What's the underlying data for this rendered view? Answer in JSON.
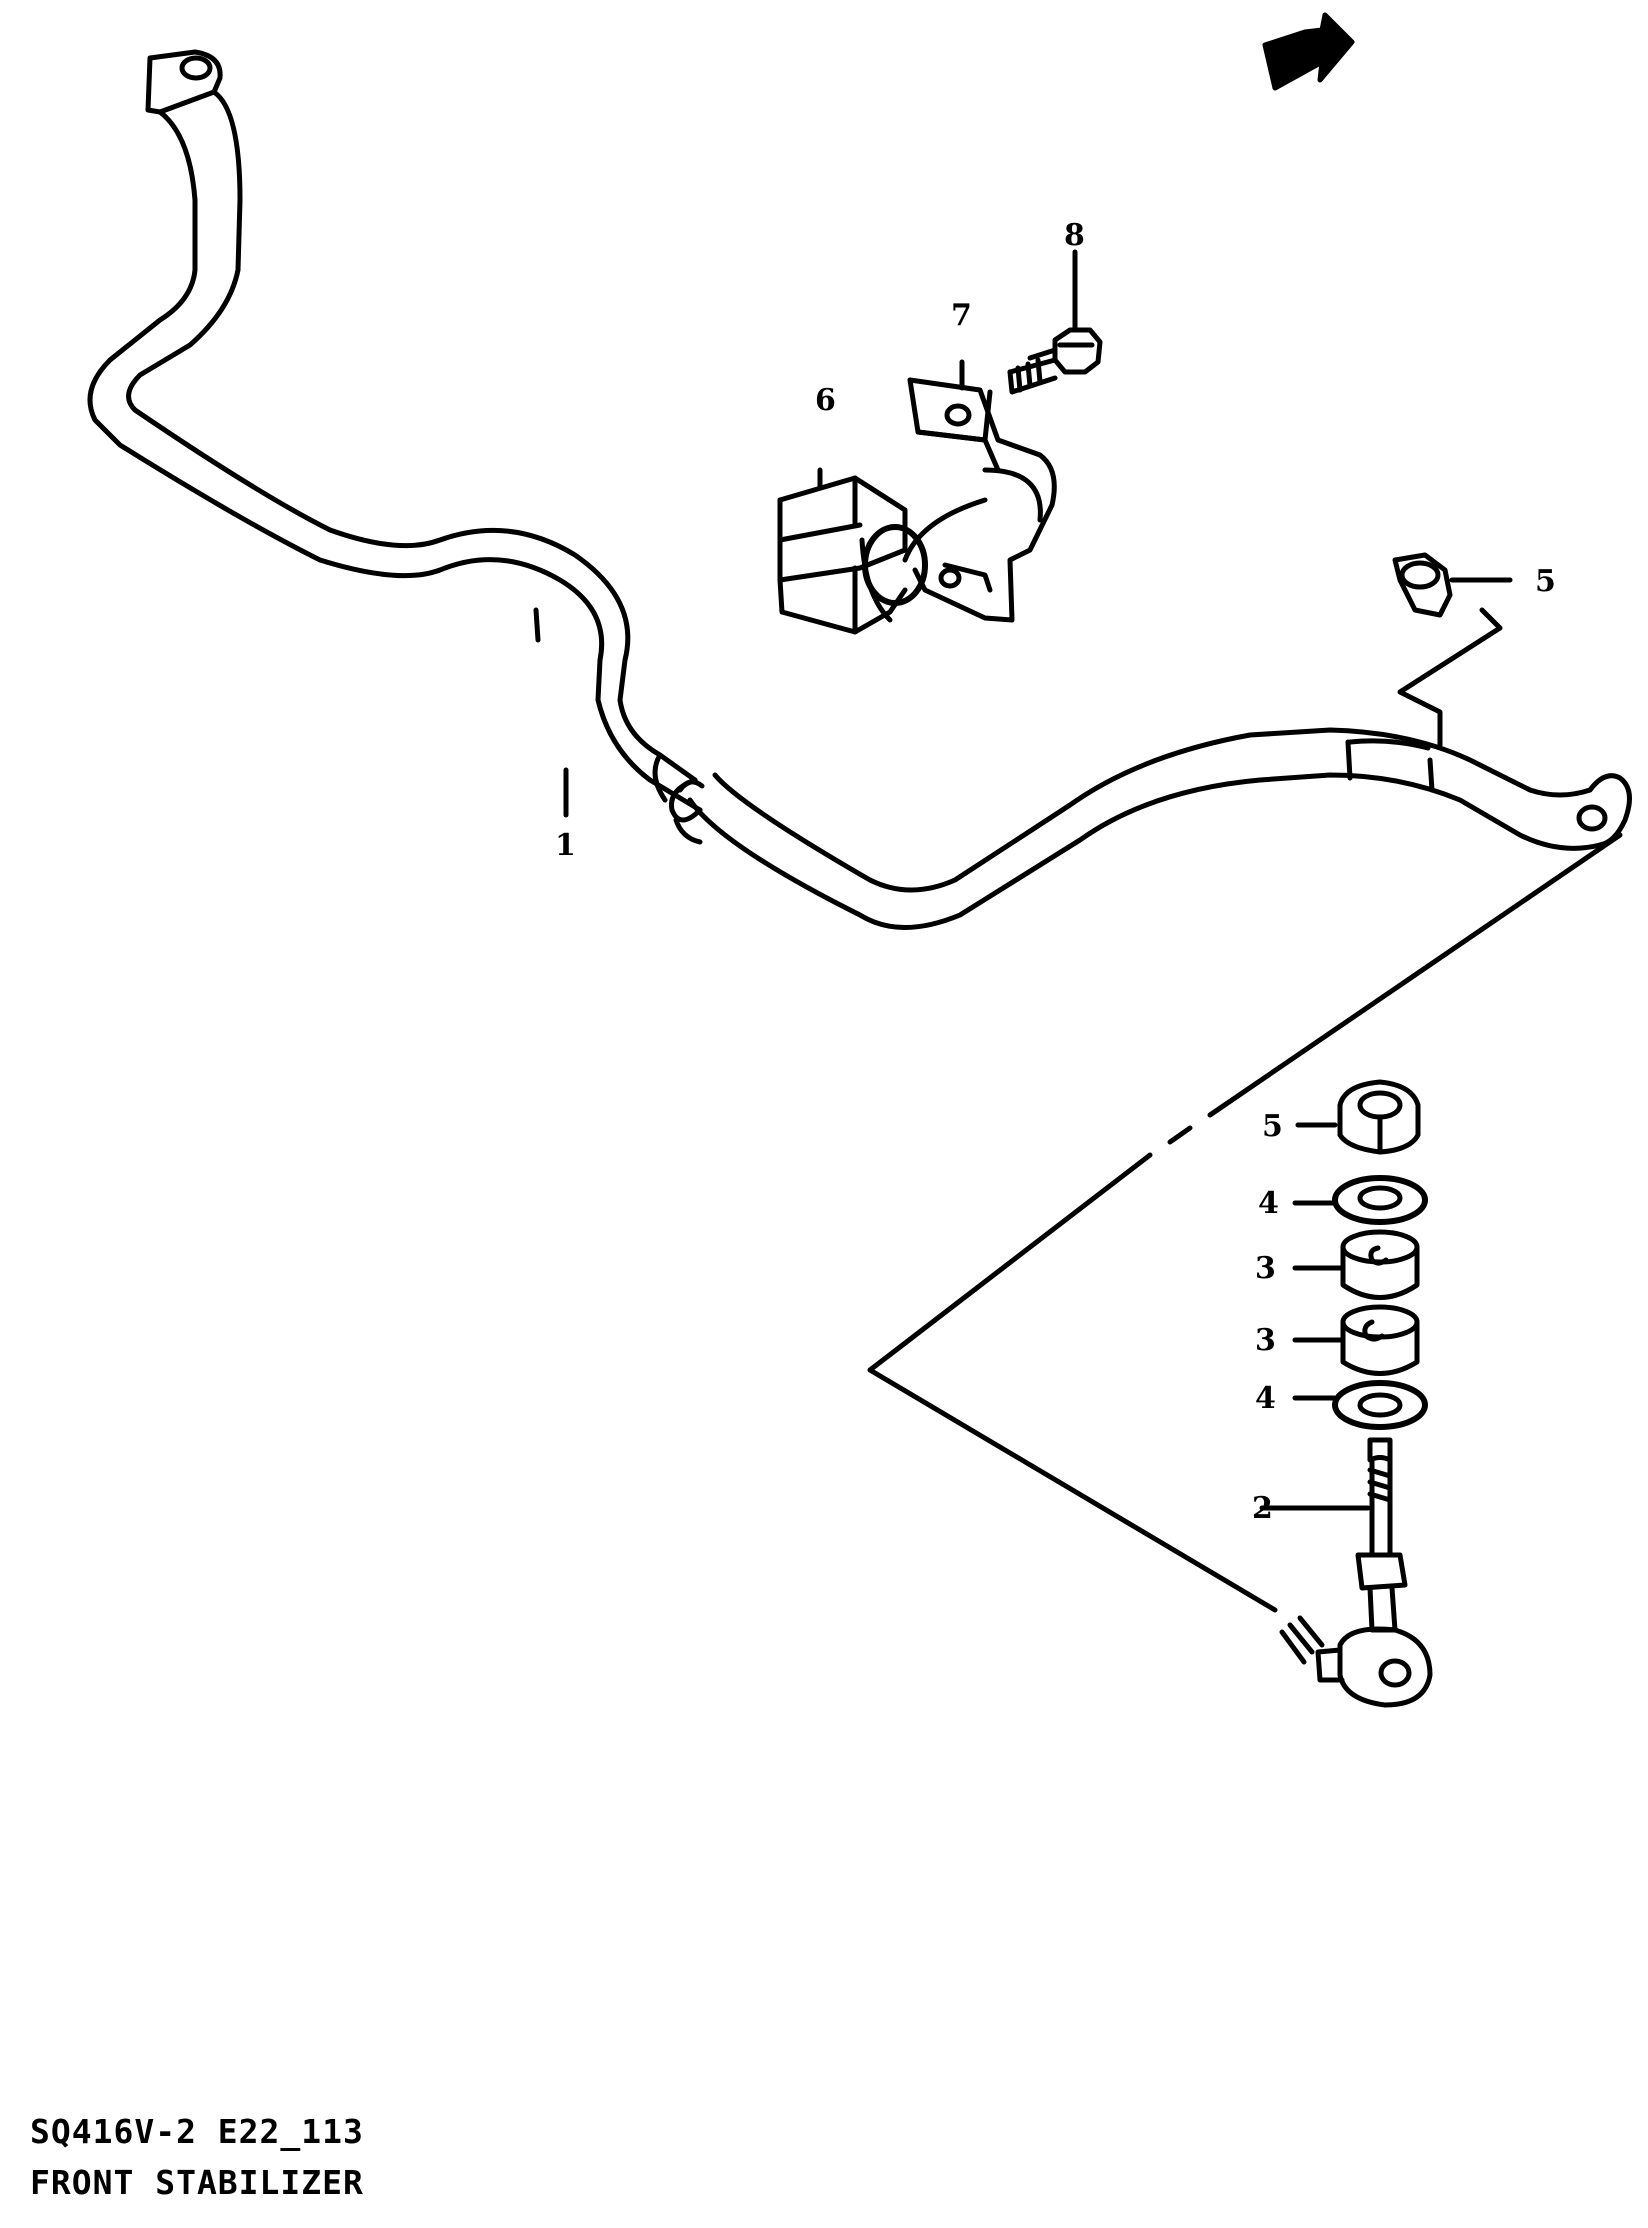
{
  "diagram": {
    "caption_code": "SQ416V-2 E22_113",
    "caption_title": "FRONT STABILIZER",
    "callouts": [
      {
        "id": "callout-1",
        "text": "1"
      },
      {
        "id": "callout-2",
        "text": "2"
      },
      {
        "id": "callout-3-upper",
        "text": "3"
      },
      {
        "id": "callout-3-lower",
        "text": "3"
      },
      {
        "id": "callout-4-upper",
        "text": "4"
      },
      {
        "id": "callout-4-lower",
        "text": "4"
      },
      {
        "id": "callout-5-upper",
        "text": "5"
      },
      {
        "id": "callout-5-lower",
        "text": "5"
      },
      {
        "id": "callout-6",
        "text": "6"
      },
      {
        "id": "callout-7",
        "text": "7"
      },
      {
        "id": "callout-8",
        "text": "8"
      }
    ],
    "icons": {
      "direction_arrow": "front-direction-arrow-icon"
    },
    "colors": {
      "ink": "#000000",
      "paper": "#ffffff"
    }
  }
}
